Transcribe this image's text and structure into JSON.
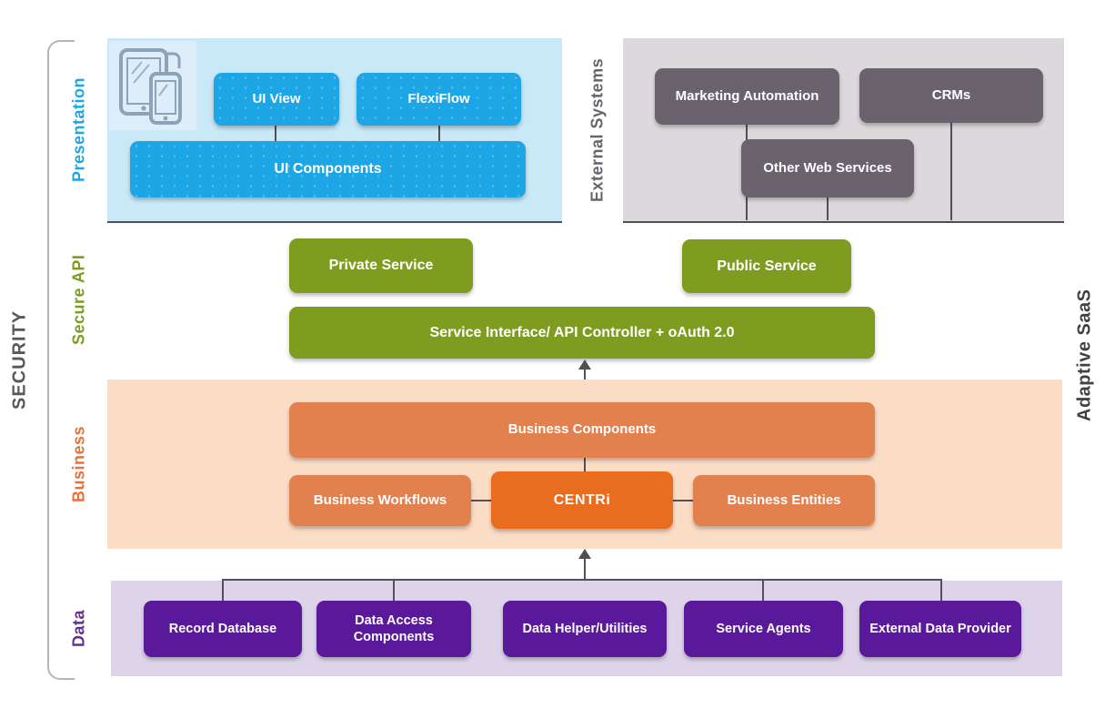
{
  "title_labels": {
    "security": "SECURITY",
    "adaptive_saas": "Adaptive SaaS"
  },
  "layers": {
    "presentation": {
      "label": "Presentation",
      "accent_color": "#1ca6e6",
      "bg_color": "#c9e8f8",
      "icon": "tablet-phone-icon",
      "boxes": {
        "ui_view": "UI View",
        "flexiflow": "FlexiFlow",
        "ui_components": "UI Components"
      }
    },
    "external_systems": {
      "label": "External Systems",
      "accent_color": "#6a636e",
      "bg_color": "#dcd9dd",
      "boxes": {
        "marketing_automation": "Marketing Automation",
        "crms": "CRMs",
        "other_web_services": "Other Web Services"
      }
    },
    "secure_api": {
      "label": "Secure API",
      "accent_color": "#7e9d20",
      "boxes": {
        "private_service": "Private Service",
        "public_service": "Public Service",
        "service_interface": "Service Interface/ API Controller + oAuth 2.0"
      }
    },
    "business": {
      "label": "Business",
      "accent_color": "#e8703a",
      "bg_color": "#fbdcc5",
      "boxes": {
        "business_components": "Business Components",
        "business_workflows": "Business Workflows",
        "centri": "CENTRi",
        "business_entities": "Business Entities"
      }
    },
    "data": {
      "label": "Data",
      "accent_color": "#662d91",
      "bg_color": "#ddd4e9",
      "boxes": {
        "record_database": "Record Database",
        "data_access_components": "Data Access Components",
        "data_helper_utilities": "Data Helper/Utilities",
        "service_agents": "Service Agents",
        "external_data_provider": "External Data Provider"
      }
    }
  }
}
